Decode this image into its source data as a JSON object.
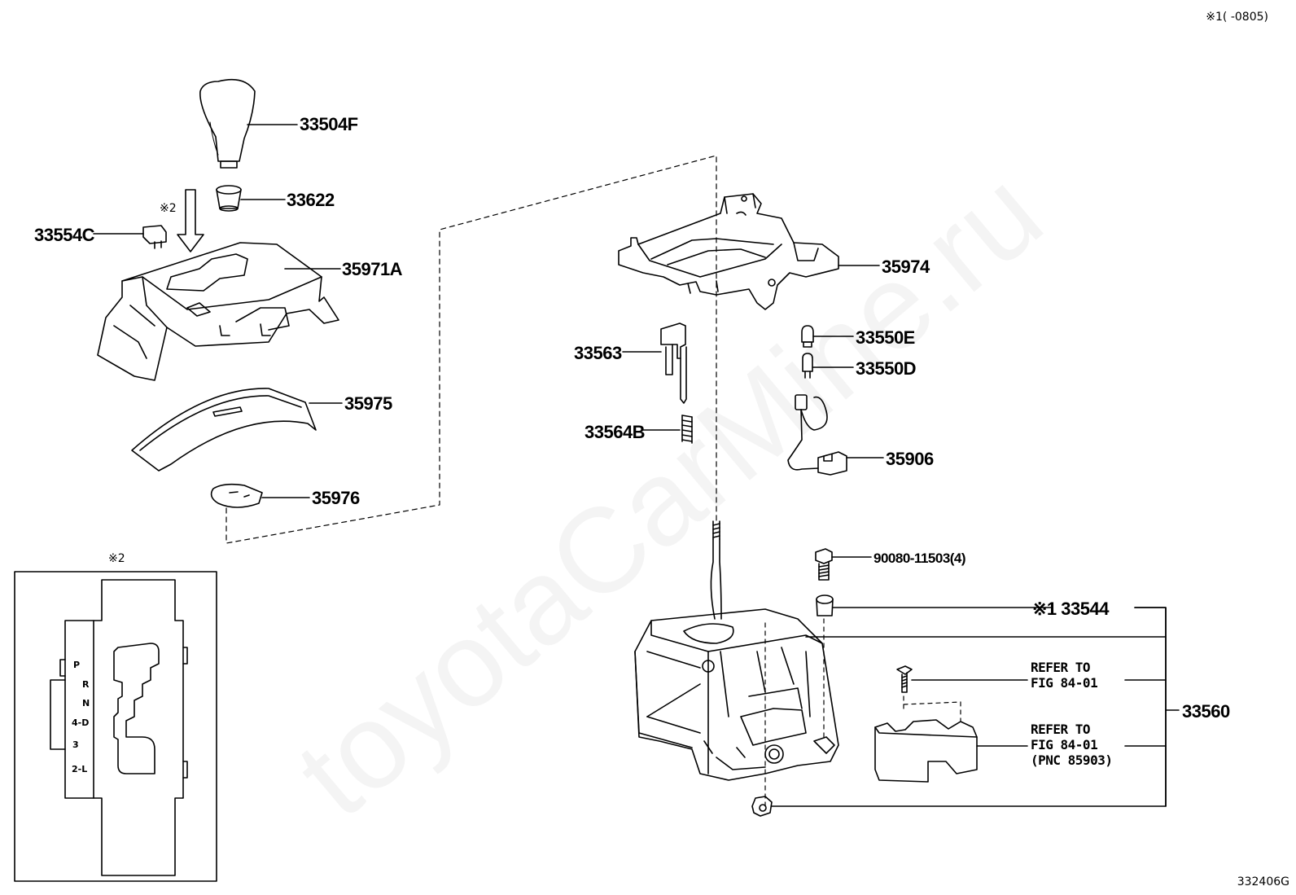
{
  "corner_note": "※1(    -0805)",
  "diagram_code": "332406G",
  "watermark": "toyotaCarMine.ru",
  "legend_note": "※2",
  "arrow_note": "※2",
  "shift_positions": [
    "P",
    "R",
    "N",
    "4-D",
    "3",
    "2-L"
  ],
  "parts": {
    "p33504F": "33504F",
    "p33622": "33622",
    "p33554C": "33554C",
    "p35971A": "35971A",
    "p35975": "35975",
    "p35976": "35976",
    "p35974": "35974",
    "p33563": "33563",
    "p33564B": "33564B",
    "p33550E": "33550E",
    "p33550D": "33550D",
    "p35906": "35906",
    "p90080": "90080-11503(4)",
    "p33544": "※1 33544",
    "p33560": "33560",
    "ref1": "REFER TO\nFIG 84-01",
    "ref2": "REFER TO\nFIG 84-01\n(PNC 85903)"
  }
}
